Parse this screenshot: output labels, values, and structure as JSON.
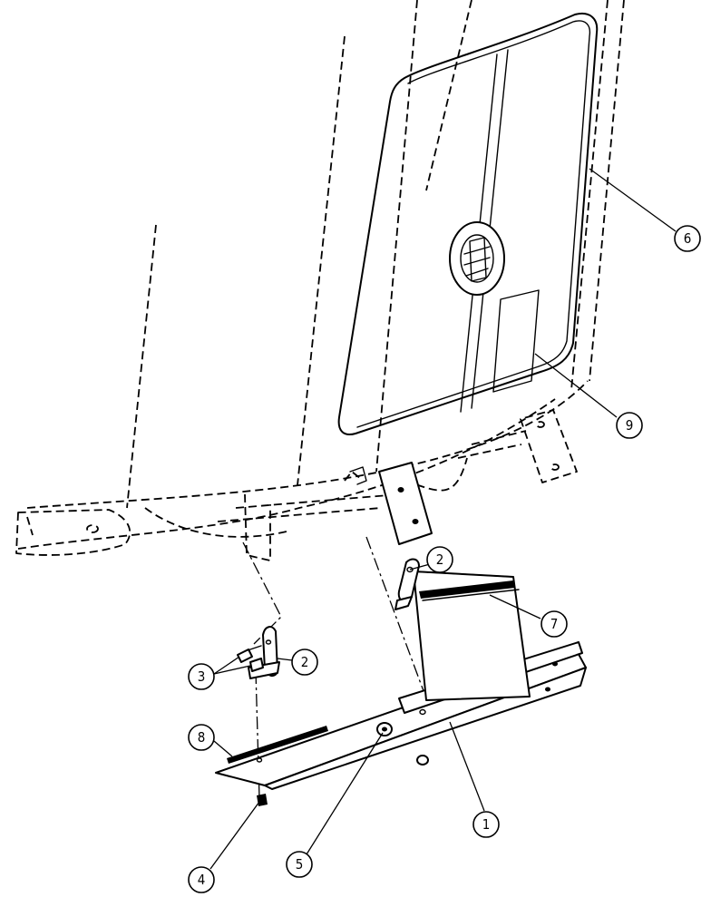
{
  "callouts": {
    "c1": "1",
    "c2a": "2",
    "c2b": "2",
    "c3": "3",
    "c4": "4",
    "c5": "5",
    "c6": "6",
    "c7": "7",
    "c8": "8",
    "c9": "9"
  }
}
